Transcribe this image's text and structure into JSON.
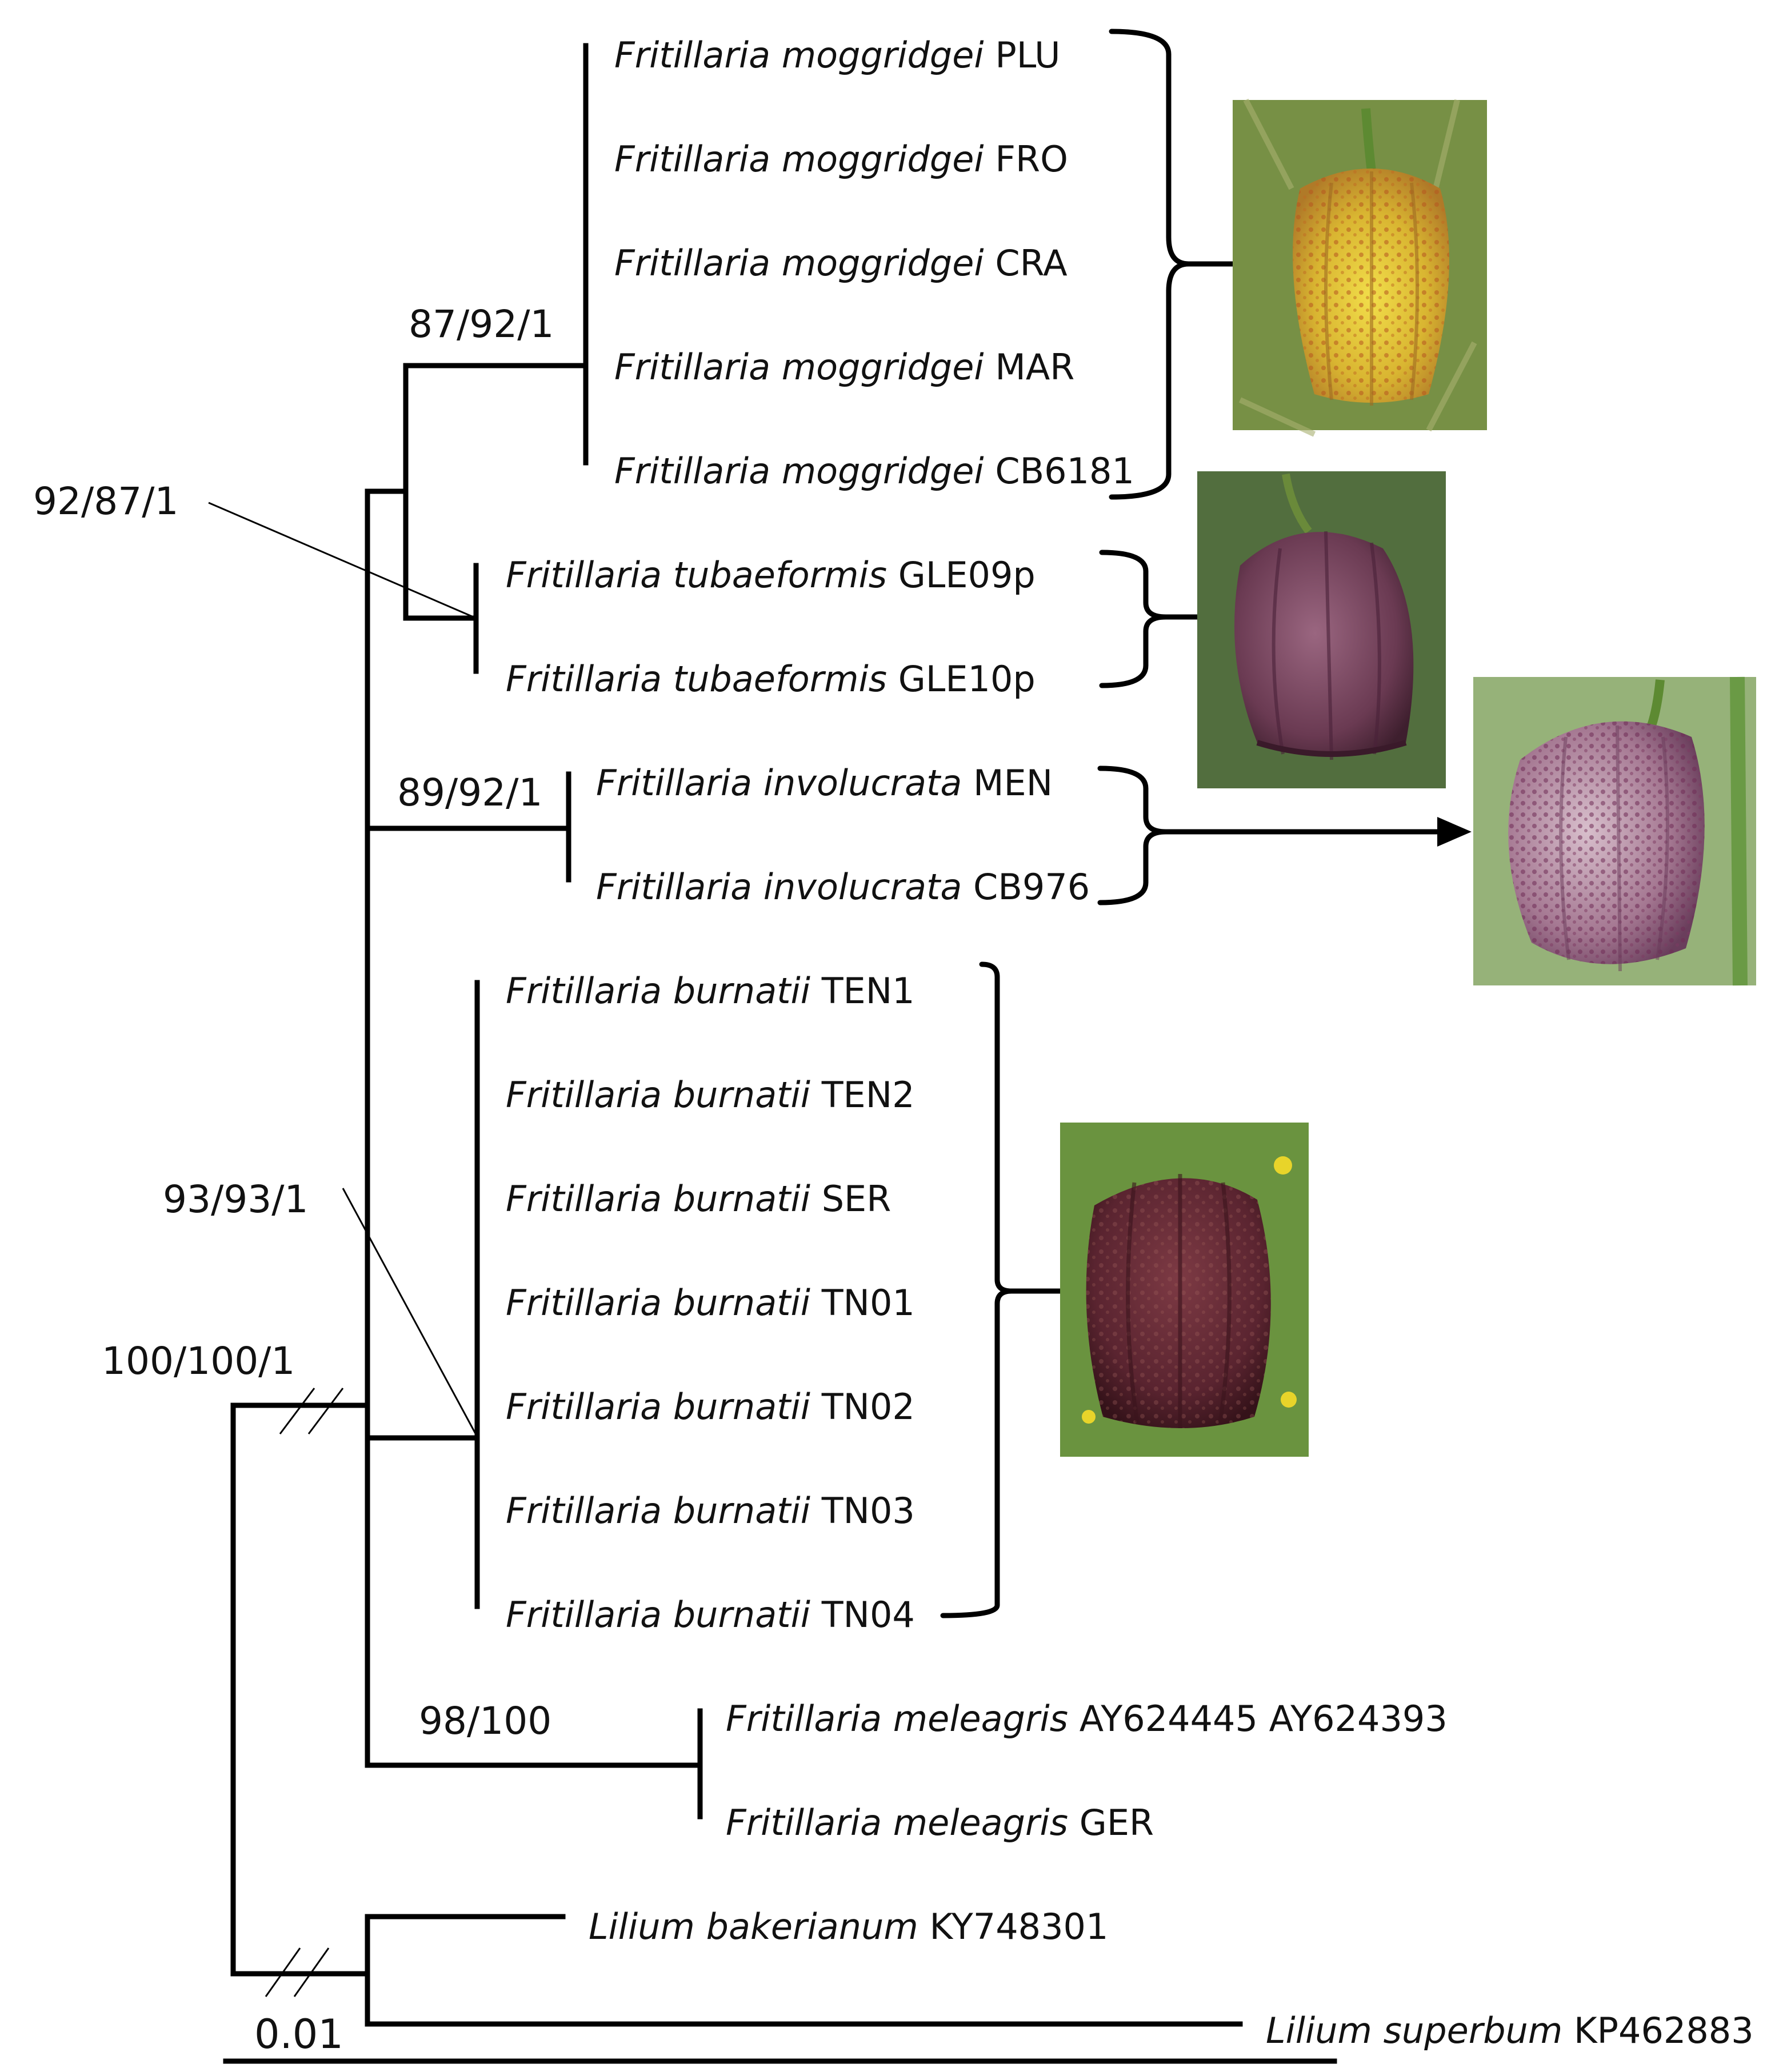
{
  "taxa": [
    {
      "genus_species": "Fritillaria moggridgei",
      "code": "PLU"
    },
    {
      "genus_species": "Fritillaria moggridgei",
      "code": "FRO"
    },
    {
      "genus_species": "Fritillaria moggridgei",
      "code": "CRA"
    },
    {
      "genus_species": "Fritillaria moggridgei",
      "code": "MAR"
    },
    {
      "genus_species": "Fritillaria moggridgei",
      "code": "CB6181"
    },
    {
      "genus_species": "Fritillaria tubaeformis",
      "code": "GLE09p"
    },
    {
      "genus_species": "Fritillaria tubaeformis",
      "code": "GLE10p"
    },
    {
      "genus_species": "Fritillaria involucrata",
      "code": "MEN"
    },
    {
      "genus_species": "Fritillaria involucrata",
      "code": "CB976"
    },
    {
      "genus_species": "Fritillaria burnatii",
      "code": "TEN1"
    },
    {
      "genus_species": "Fritillaria burnatii",
      "code": "TEN2"
    },
    {
      "genus_species": "Fritillaria burnatii",
      "code": "SER"
    },
    {
      "genus_species": "Fritillaria burnatii",
      "code": "TN01"
    },
    {
      "genus_species": "Fritillaria burnatii",
      "code": "TN02"
    },
    {
      "genus_species": "Fritillaria burnatii",
      "code": "TN03"
    },
    {
      "genus_species": "Fritillaria burnatii",
      "code": "TN04"
    },
    {
      "genus_species": "Fritillaria meleagris",
      "code": "AY624445 AY624393"
    },
    {
      "genus_species": "Fritillaria meleagris",
      "code": "GER"
    },
    {
      "genus_species": "Lilium bakerianum",
      "code": "KY748301"
    },
    {
      "genus_species": "Lilium superbum",
      "code": "KP462883"
    }
  ],
  "support": {
    "moggridgei": "87/92/1",
    "tubaeformis": "92/87/1",
    "involucrata": "89/92/1",
    "burnatii": "93/93/1",
    "ingroup": "100/100/1",
    "meleagris": "98/100"
  },
  "scale_bar": {
    "label": "0.01"
  },
  "photos": [
    {
      "subject": "Fritillaria moggridgei flower",
      "colors": [
        "#e8d43a",
        "#c88a2a",
        "#6d8a3c"
      ]
    },
    {
      "subject": "Fritillaria tubaeformis flower",
      "colors": [
        "#6a3a52",
        "#8f5a70",
        "#5f7a45"
      ]
    },
    {
      "subject": "Fritillaria involucrata flower",
      "colors": [
        "#c7a8b8",
        "#7a4a6a",
        "#7fa060"
      ]
    },
    {
      "subject": "Fritillaria burnatii flower",
      "colors": [
        "#5a2430",
        "#7a3a40",
        "#5f8a3a"
      ]
    }
  ]
}
